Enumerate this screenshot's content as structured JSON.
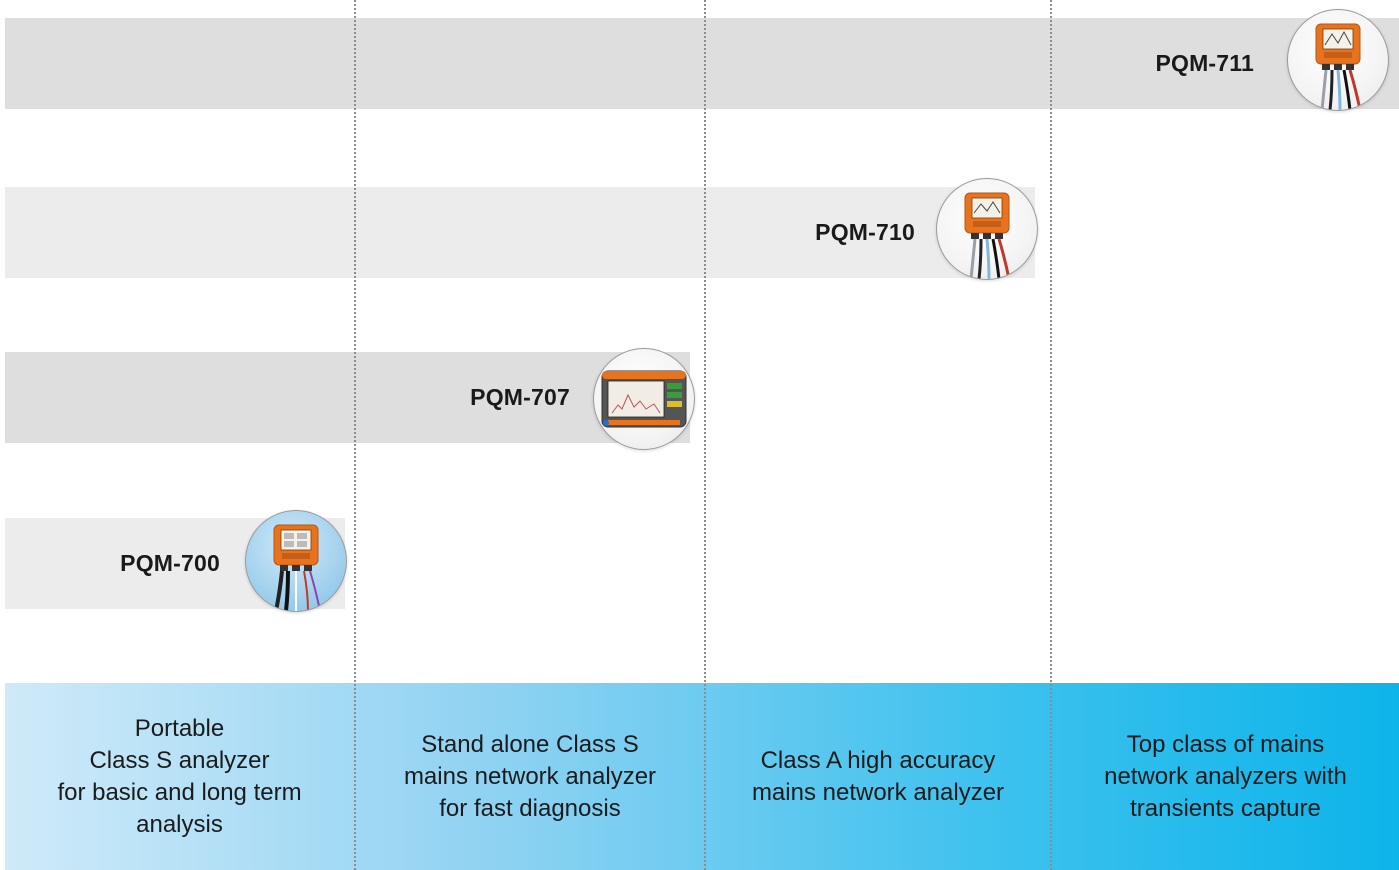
{
  "products": [
    {
      "id": "pqm-711",
      "label": "PQM-711",
      "icon": "wall-analyzer-711-icon"
    },
    {
      "id": "pqm-710",
      "label": "PQM-710",
      "icon": "wall-analyzer-710-icon"
    },
    {
      "id": "pqm-707",
      "label": "PQM-707",
      "icon": "tablet-analyzer-707-icon"
    },
    {
      "id": "pqm-700",
      "label": "PQM-700",
      "icon": "wall-analyzer-700-icon"
    }
  ],
  "descriptions": [
    "Portable\nClass S analyzer\nfor basic and long term\nanalysis",
    "Stand alone Class S\nmains network analyzer\nfor fast diagnosis",
    "Class A high accuracy\nmains network analyzer",
    "Top class of mains\nnetwork analyzers with\ntransients capture"
  ],
  "colors": {
    "bar_dark": "#dedede",
    "bar_light": "#ececec",
    "device_orange": "#e8731f",
    "footer_gradient_start": "#cfeaf9",
    "footer_gradient_end": "#0db4ea",
    "divider": "#8d8d8d"
  }
}
